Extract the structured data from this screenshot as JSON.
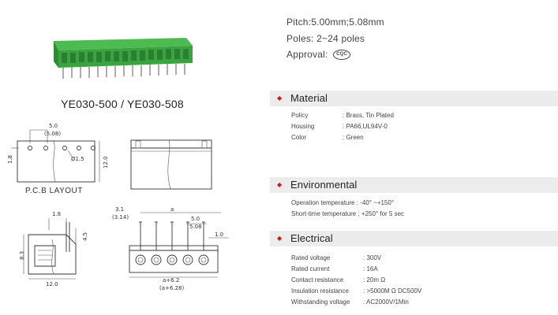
{
  "left": {
    "model_title": "YE030-500 / YE030-508",
    "pcb_caption": "P.C.B LAYOUT",
    "dimensions": {
      "pitch_500": "5.0",
      "pitch_508": "(5.08)",
      "hole_dia": "Ø1.5",
      "offset_18": "1.8",
      "height_120": "12.0",
      "side_18": "1.8",
      "side_45": "4.5",
      "side_83": "8.3",
      "side_120": "12.0",
      "front_31": "3.1",
      "front_314": "(3.14)",
      "front_a": "a",
      "front_50": "5.0",
      "front_508": "5.08",
      "front_10": "1.0",
      "front_a62": "a+6.2",
      "front_a628": "(a+6.28)"
    }
  },
  "specs": {
    "pitch": "Pitch:5.00mm;5.08mm",
    "poles": "Poles: 2~24 poles",
    "approval": "Approval:",
    "approval_mark": "CQC"
  },
  "sections": {
    "material": {
      "title": "Material",
      "rows": [
        {
          "key": "Policy",
          "value": ": Brass, Tin Plated"
        },
        {
          "key": "Housing",
          "value": ": PA66,UL94V-0"
        },
        {
          "key": "Color",
          "value": ": Green"
        }
      ]
    },
    "environmental": {
      "title": "Environmental",
      "rows": [
        {
          "value": "Operation temperature : -40° ~+150°"
        },
        {
          "value": "Short-time temperature ; +250° for 5 sec"
        }
      ]
    },
    "electrical": {
      "title": "Electrical",
      "rows": [
        {
          "key": "Rated voltage",
          "value": ": 300V"
        },
        {
          "key": "Rated current",
          "value": ": 16A"
        },
        {
          "key": "Contact resistance",
          "value": ": 20m Ω"
        },
        {
          "key": "Insulation resistance",
          "value": ": >5000M Ω DC500V"
        },
        {
          "key": "Withstanding voltage",
          "value": ": AC2000V/1Min"
        }
      ]
    }
  },
  "colors": {
    "housing_green": "#3aa53f",
    "accent_red": "#d0141e",
    "bar_gray": "#ececec"
  }
}
